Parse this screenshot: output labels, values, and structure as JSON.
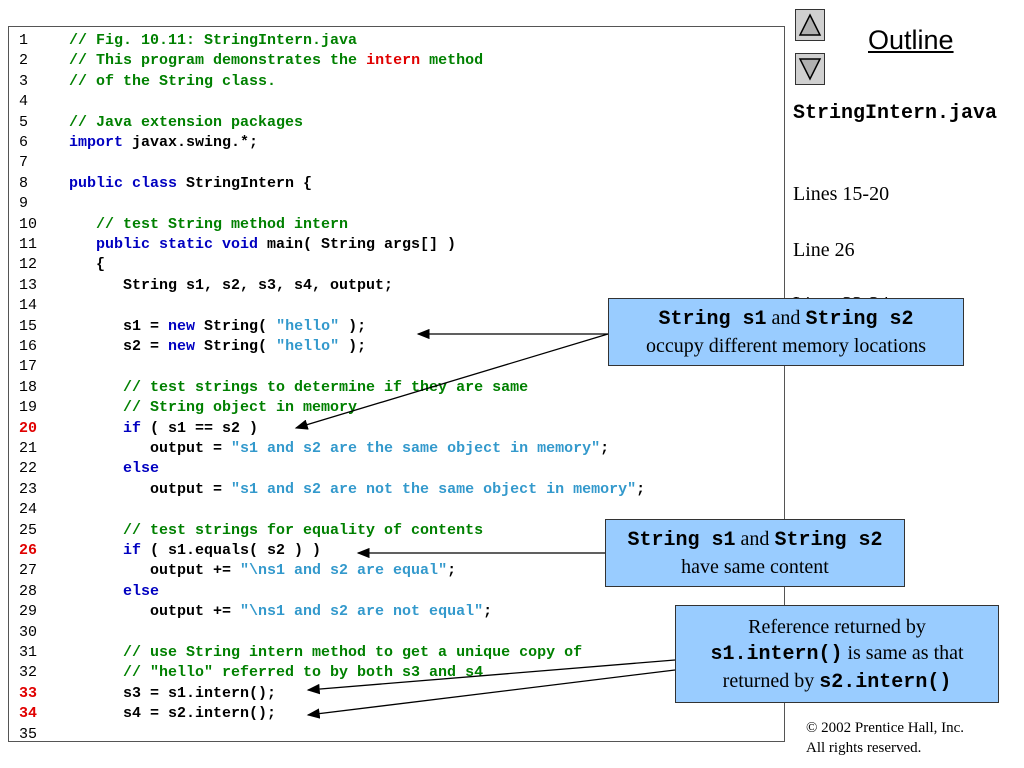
{
  "outline": {
    "title": "Outline"
  },
  "nav": {
    "up_label": "",
    "down_label": ""
  },
  "sidebar": {
    "filename": "StringIntern.java",
    "line_refs": [
      "Lines 15-20",
      "Line 26",
      "Lines 33-34"
    ]
  },
  "code_lines": [
    {
      "n": "1",
      "parts": [
        {
          "c": "comment",
          "t": "// Fig. 10.11: StringIntern.java"
        }
      ]
    },
    {
      "n": "2",
      "parts": [
        {
          "c": "comment",
          "t": "// This program demonstrates the "
        },
        {
          "c": "red",
          "t": "intern"
        },
        {
          "c": "comment",
          "t": " method"
        }
      ]
    },
    {
      "n": "3",
      "parts": [
        {
          "c": "comment",
          "t": "// of the String class."
        }
      ]
    },
    {
      "n": "4",
      "parts": []
    },
    {
      "n": "5",
      "parts": [
        {
          "c": "comment",
          "t": "// Java extension packages"
        }
      ]
    },
    {
      "n": "6",
      "parts": [
        {
          "c": "kw",
          "t": "import"
        },
        {
          "c": "plain",
          "t": " javax.swing.*;"
        }
      ]
    },
    {
      "n": "7",
      "parts": []
    },
    {
      "n": "8",
      "parts": [
        {
          "c": "kw",
          "t": "public class"
        },
        {
          "c": "plain",
          "t": " StringIntern {"
        }
      ]
    },
    {
      "n": "9",
      "parts": []
    },
    {
      "n": "10",
      "parts": [
        {
          "c": "comment",
          "t": "   // test String method intern"
        }
      ]
    },
    {
      "n": "11",
      "parts": [
        {
          "c": "kw",
          "t": "   public static void"
        },
        {
          "c": "plain",
          "t": " main( String args[] )"
        }
      ]
    },
    {
      "n": "12",
      "parts": [
        {
          "c": "plain",
          "t": "   {"
        }
      ]
    },
    {
      "n": "13",
      "parts": [
        {
          "c": "plain",
          "t": "      String s1, s2, s3, s4, output;"
        }
      ]
    },
    {
      "n": "14",
      "parts": []
    },
    {
      "n": "15",
      "parts": [
        {
          "c": "plain",
          "t": "      s1 = "
        },
        {
          "c": "kw",
          "t": "new"
        },
        {
          "c": "plain",
          "t": " String( "
        },
        {
          "c": "str",
          "t": "\"hello\""
        },
        {
          "c": "plain",
          "t": " );"
        }
      ]
    },
    {
      "n": "16",
      "parts": [
        {
          "c": "plain",
          "t": "      s2 = "
        },
        {
          "c": "kw",
          "t": "new"
        },
        {
          "c": "plain",
          "t": " String( "
        },
        {
          "c": "str",
          "t": "\"hello\""
        },
        {
          "c": "plain",
          "t": " );"
        }
      ]
    },
    {
      "n": "17",
      "parts": []
    },
    {
      "n": "18",
      "parts": [
        {
          "c": "comment",
          "t": "      // test strings to determine if they are same"
        }
      ]
    },
    {
      "n": "19",
      "parts": [
        {
          "c": "comment",
          "t": "      // String object in memory"
        }
      ]
    },
    {
      "n": "20",
      "hl": true,
      "parts": [
        {
          "c": "kw",
          "t": "      if"
        },
        {
          "c": "plain",
          "t": " ( s1 == s2 )"
        }
      ]
    },
    {
      "n": "21",
      "parts": [
        {
          "c": "plain",
          "t": "         output = "
        },
        {
          "c": "str",
          "t": "\"s1 and s2 are the same object in memory\""
        },
        {
          "c": "plain",
          "t": ";"
        }
      ]
    },
    {
      "n": "22",
      "parts": [
        {
          "c": "kw",
          "t": "      else"
        }
      ]
    },
    {
      "n": "23",
      "parts": [
        {
          "c": "plain",
          "t": "         output = "
        },
        {
          "c": "str",
          "t": "\"s1 and s2 are not the same object in memory\""
        },
        {
          "c": "plain",
          "t": ";"
        }
      ]
    },
    {
      "n": "24",
      "parts": []
    },
    {
      "n": "25",
      "parts": [
        {
          "c": "comment",
          "t": "      // test strings for equality of contents"
        }
      ]
    },
    {
      "n": "26",
      "hl": true,
      "parts": [
        {
          "c": "kw",
          "t": "      if"
        },
        {
          "c": "plain",
          "t": " ( s1.equals( s2 ) )"
        }
      ]
    },
    {
      "n": "27",
      "parts": [
        {
          "c": "plain",
          "t": "         output += "
        },
        {
          "c": "str",
          "t": "\"\\ns1 and s2 are equal\""
        },
        {
          "c": "plain",
          "t": ";"
        }
      ]
    },
    {
      "n": "28",
      "parts": [
        {
          "c": "kw",
          "t": "      else"
        }
      ]
    },
    {
      "n": "29",
      "parts": [
        {
          "c": "plain",
          "t": "         output += "
        },
        {
          "c": "str",
          "t": "\"\\ns1 and s2 are not equal\""
        },
        {
          "c": "plain",
          "t": ";"
        }
      ]
    },
    {
      "n": "30",
      "parts": []
    },
    {
      "n": "31",
      "parts": [
        {
          "c": "comment",
          "t": "      // use String intern method to get a unique copy of"
        }
      ]
    },
    {
      "n": "32",
      "parts": [
        {
          "c": "comment",
          "t": "      // \"hello\" referred to by both s3 and s4"
        }
      ]
    },
    {
      "n": "33",
      "hl": true,
      "parts": [
        {
          "c": "plain",
          "t": "      s3 = s1.intern();"
        }
      ]
    },
    {
      "n": "34",
      "hl": true,
      "parts": [
        {
          "c": "plain",
          "t": "      s4 = s2.intern();"
        }
      ]
    },
    {
      "n": "35",
      "parts": []
    }
  ],
  "callouts": {
    "c1": {
      "code1": "String s1",
      "and": " and ",
      "code2": "String s2",
      "line2": "occupy different memory locations"
    },
    "c2": {
      "code1": "String s1",
      "and": " and ",
      "code2": "String s2",
      "line2": "have same content"
    },
    "c3": {
      "line1": "Reference returned by",
      "code1": "s1.intern()",
      "mid": " is same as that",
      "line3a": "returned by ",
      "code2": "s2.intern()"
    }
  },
  "copyright": {
    "line1": "© 2002 Prentice Hall, Inc.",
    "line2": "All rights reserved."
  },
  "colors": {
    "comment": "#008000",
    "keyword": "#0000c0",
    "string": "#3399cc",
    "highlight": "#e00000",
    "callout_bg": "#99ccff"
  }
}
